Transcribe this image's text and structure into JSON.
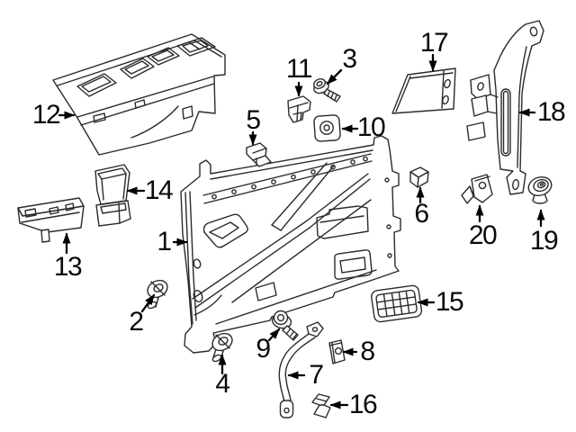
{
  "figure": {
    "type": "exploded-parts-diagram",
    "background_color": "#ffffff",
    "line_color": "#2b2b2b",
    "label_color": "#0a0a0a",
    "callout_count": "20"
  },
  "callouts": [
    {
      "label": "1"
    },
    {
      "label": "2"
    },
    {
      "label": "3"
    },
    {
      "label": "4"
    },
    {
      "label": "5"
    },
    {
      "label": "6"
    },
    {
      "label": "7"
    },
    {
      "label": "8"
    },
    {
      "label": "9"
    },
    {
      "label": "10"
    },
    {
      "label": "11"
    },
    {
      "label": "12"
    },
    {
      "label": "13"
    },
    {
      "label": "14"
    },
    {
      "label": "15"
    },
    {
      "label": "16"
    },
    {
      "label": "17"
    },
    {
      "label": "18"
    },
    {
      "label": "19"
    },
    {
      "label": "20"
    }
  ]
}
